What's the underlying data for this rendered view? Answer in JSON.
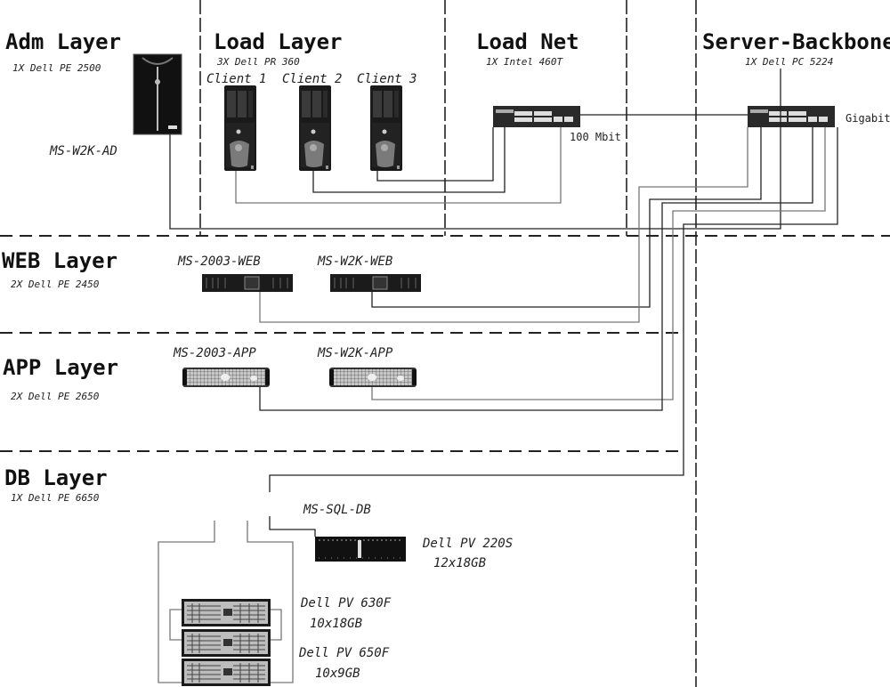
{
  "layers": {
    "adm": {
      "title": "Adm Layer",
      "sub": "1X Dell PE 2500",
      "node": "MS-W2K-AD"
    },
    "load": {
      "title": "Load Layer",
      "sub": "3X Dell PR 360",
      "clients": [
        "Client 1",
        "Client 2",
        "Client 3"
      ]
    },
    "loadnet": {
      "title": "Load Net",
      "sub": "1X Intel 460T",
      "speed": "100 Mbit"
    },
    "backbone": {
      "title": "Server-Backbone",
      "sub": "1X Dell PC 5224",
      "speed": "Gigabit"
    },
    "web": {
      "title": "WEB Layer",
      "sub": "2X Dell PE 2450",
      "nodes": [
        "MS-2003-WEB",
        "MS-W2K-WEB"
      ]
    },
    "app": {
      "title": "APP Layer",
      "sub": "2X Dell PE 2650",
      "nodes": [
        "MS-2003-APP",
        "MS-W2K-APP"
      ]
    },
    "db": {
      "title": "DB Layer",
      "sub": "1X Dell PE 6650",
      "node": "MS-SQL-DB",
      "storage": [
        {
          "model": "Dell PV 220S",
          "capacity": "12x18GB"
        },
        {
          "model": "Dell PV 630F",
          "capacity": "10x18GB"
        },
        {
          "model": "Dell PV 650F",
          "capacity": "10x9GB"
        }
      ]
    }
  }
}
